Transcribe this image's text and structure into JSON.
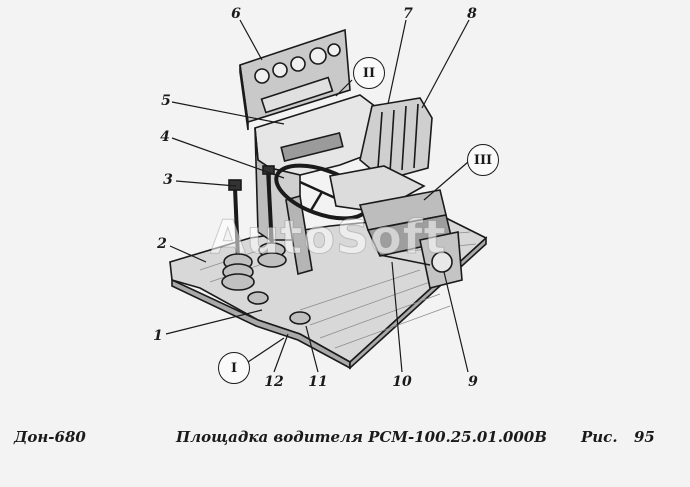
{
  "figure": {
    "callouts": [
      "1",
      "2",
      "3",
      "4",
      "5",
      "6",
      "7",
      "8",
      "9",
      "10",
      "11",
      "12"
    ],
    "section_markers": [
      "I",
      "II",
      "III"
    ],
    "watermark": "AutoSoft"
  },
  "caption": {
    "left": "Дон-680",
    "center": "Площадка водителя РСМ-100.25.01.000В",
    "right_label": "Рис.",
    "right_number": "95"
  },
  "colors": {
    "ink": "#1a1a1a",
    "background": "#f3f3f3",
    "panel_shade": "#c9c9c9",
    "floor_shade": "#d8d8d8"
  }
}
